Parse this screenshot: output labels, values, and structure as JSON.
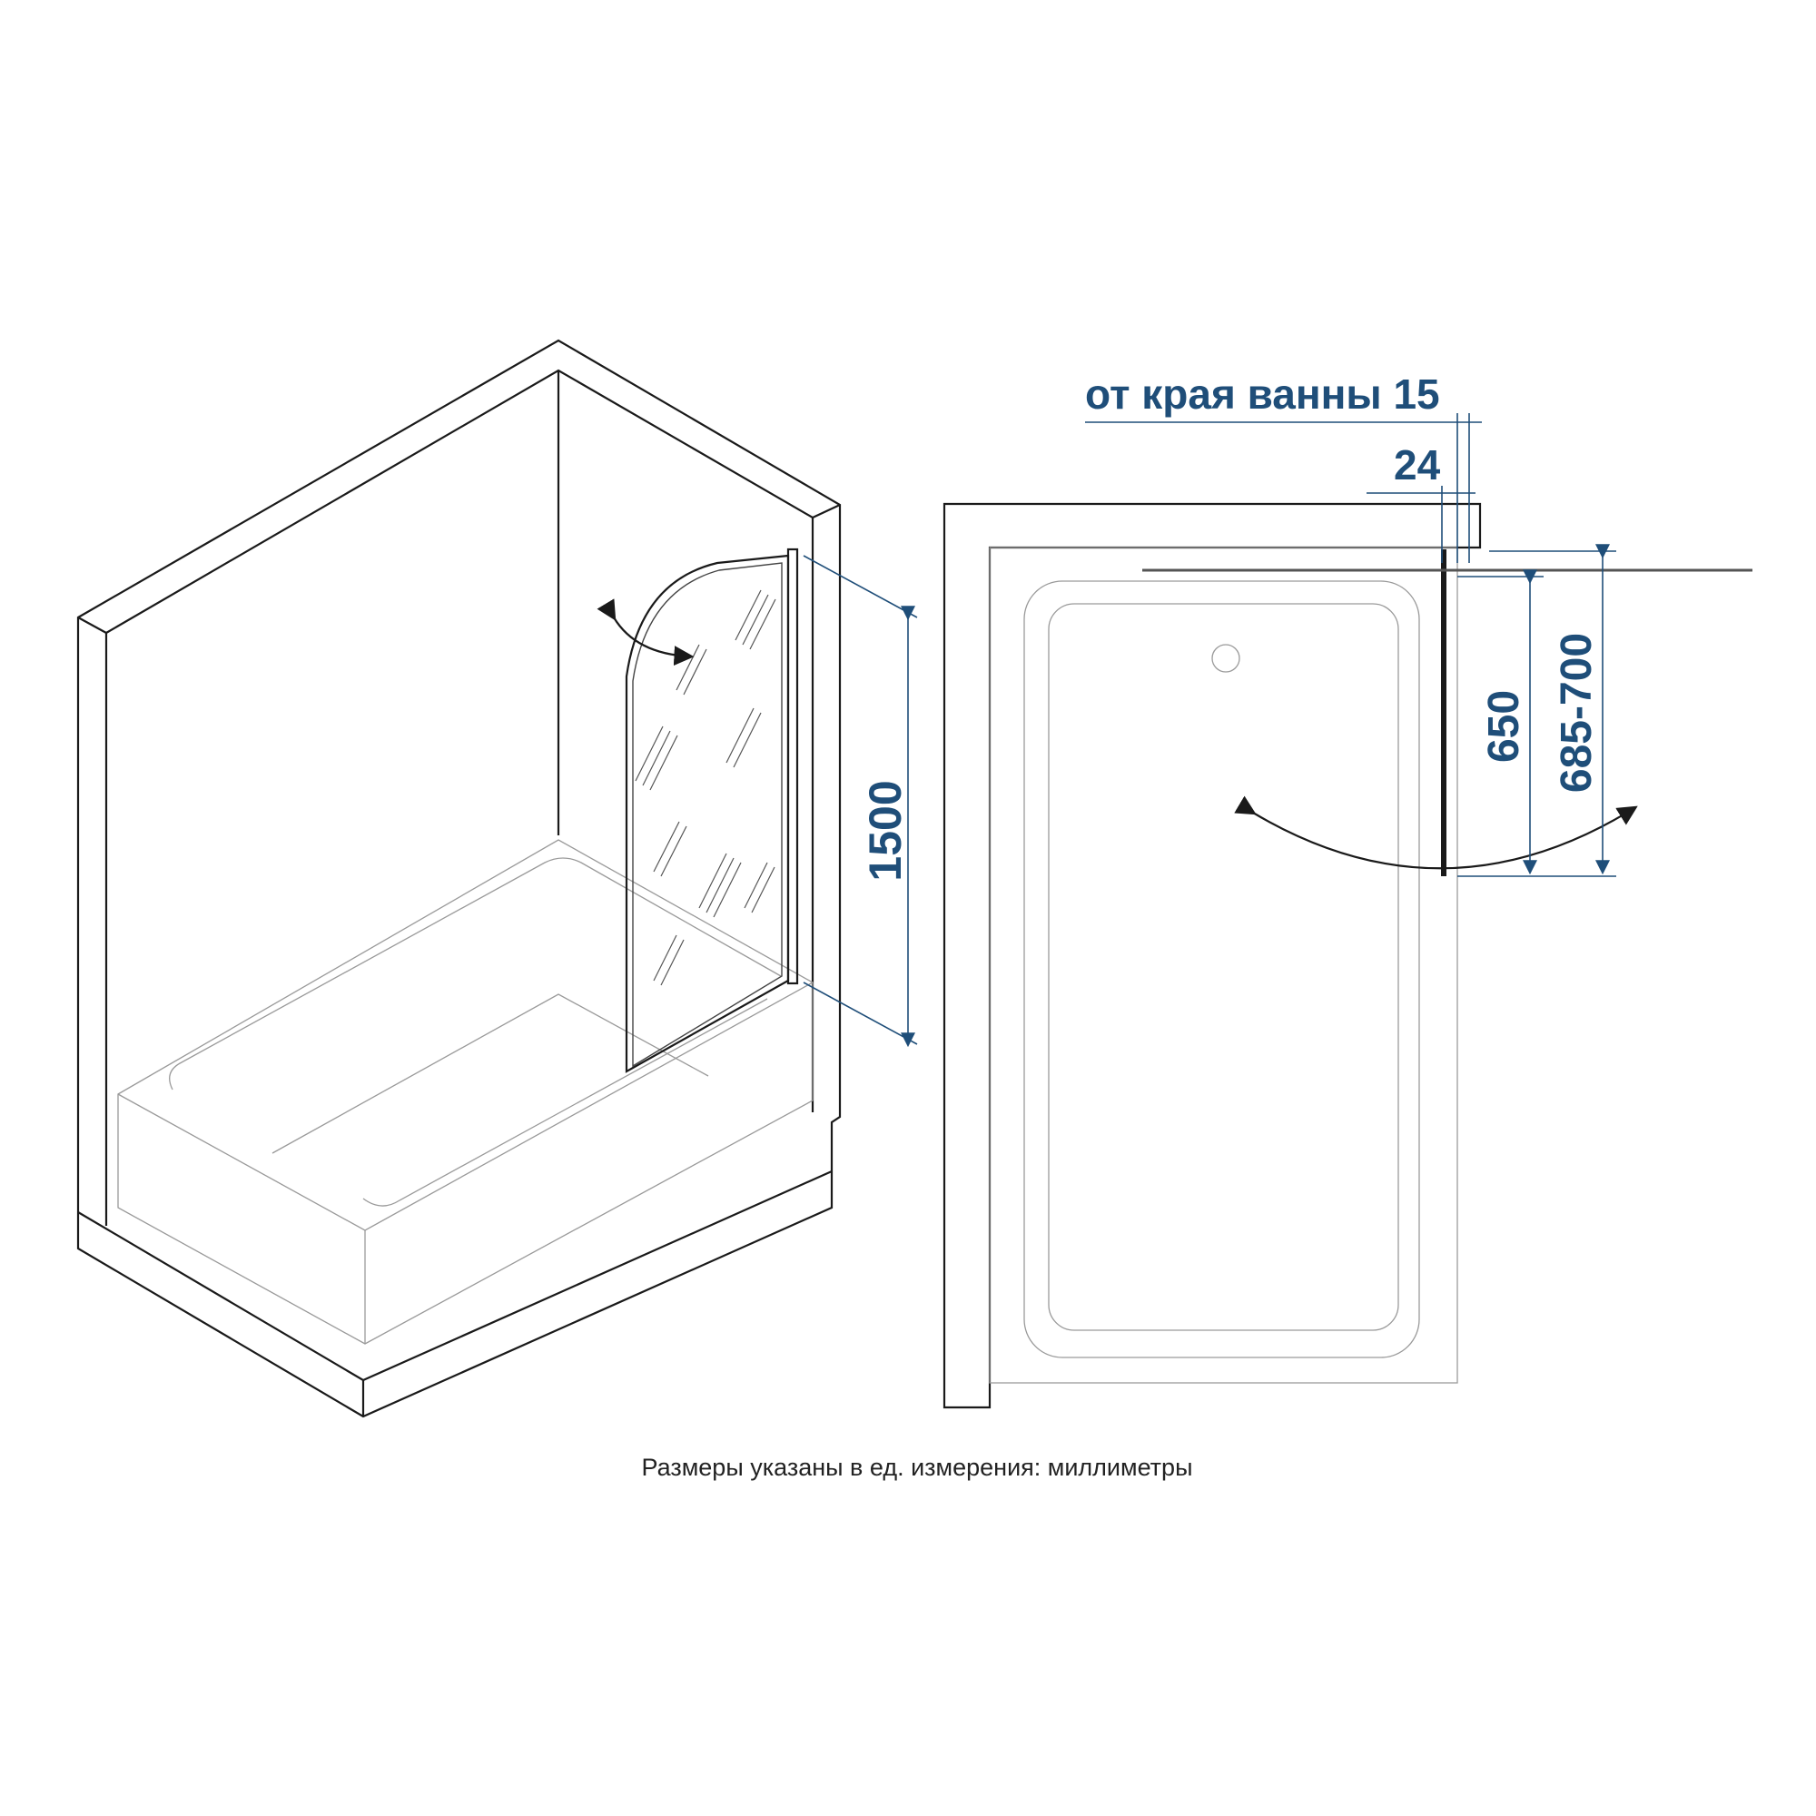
{
  "dimensions": {
    "height": "1500",
    "offset_from_bath_edge": "от края ванны 15",
    "profile_width": "24",
    "panel_width": "650",
    "opening_range": "685-700"
  },
  "caption": "Размеры указаны в ед. измерения: миллиметры",
  "colors": {
    "dimension": "#1f4e79",
    "outline": "#1a1a1a",
    "faint": "#9a9a9a"
  }
}
